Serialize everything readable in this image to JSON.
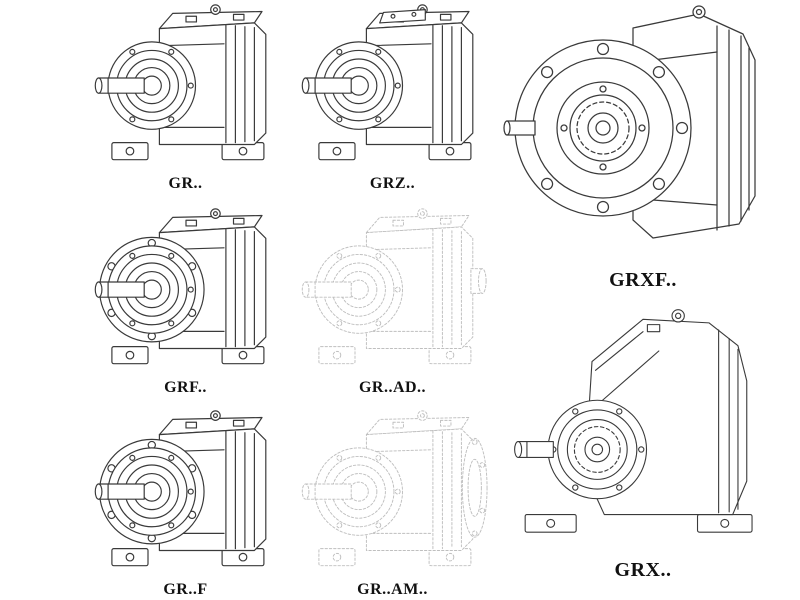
{
  "style": {
    "background": "#ffffff",
    "line_color": "#3a3a3a",
    "ghost_line_color": "#bfbfbf",
    "label_color": "#111111"
  },
  "items": [
    {
      "id": "gr",
      "label": "GR..",
      "drawing": "foot-mounted-helical-gear-reducer",
      "line_style": "solid"
    },
    {
      "id": "grz",
      "label": "GRZ..",
      "drawing": "foot-mounted-helical-gear-reducer-z",
      "line_style": "solid"
    },
    {
      "id": "grxf",
      "label": "GRXF..",
      "drawing": "flange-front-view-helical-gear-reducer",
      "line_style": "solid"
    },
    {
      "id": "grf",
      "label": "GRF..",
      "drawing": "flange-mounted-helical-gear-reducer",
      "line_style": "solid"
    },
    {
      "id": "grad",
      "label": "GR..AD..",
      "drawing": "gear-reducer-with-input-shaft-adapter",
      "line_style": "ghost"
    },
    {
      "id": "grff",
      "label": "GR..F",
      "drawing": "flange-mounted-helical-gear-reducer",
      "line_style": "solid"
    },
    {
      "id": "gram",
      "label": "GR..AM..",
      "drawing": "gear-reducer-with-motor-adapter-flange",
      "line_style": "ghost"
    },
    {
      "id": "grx",
      "label": "GRX..",
      "drawing": "large-foot-mounted-helical-gear-reducer",
      "line_style": "solid"
    }
  ]
}
